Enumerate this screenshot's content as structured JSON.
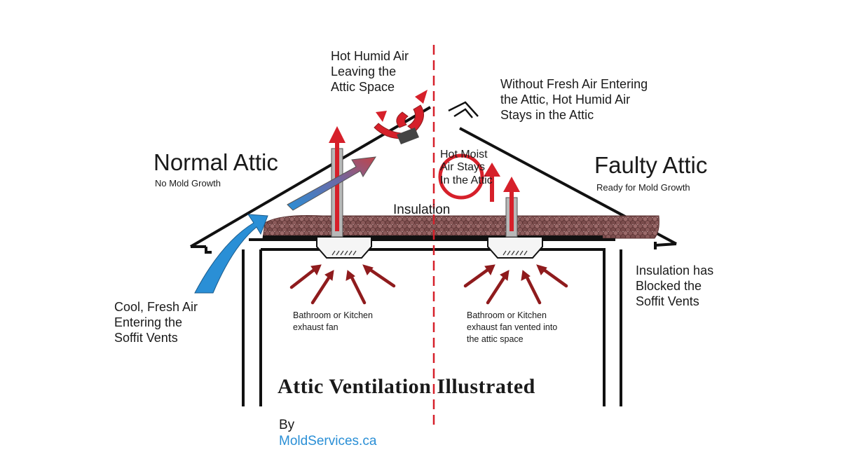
{
  "colors": {
    "red": "#d6202a",
    "dark_red": "#8f1b1d",
    "blue": "#2a8fd6",
    "insulation": "#8a5a5a",
    "line": "#111111"
  },
  "labels": {
    "hot_humid_air": "Hot Humid Air\nLeaving the\nAttic Space",
    "without_fresh_air": "Without Fresh Air Entering\nthe Attic, Hot Humid Air\nStays in the Attic",
    "normal_attic": "Normal Attic",
    "no_mold_growth": "No Mold Growth",
    "faulty_attic": "Faulty Attic",
    "ready_for_mold": "Ready for Mold Growth",
    "hot_moist_air": "Hot Moist\nAir Stays\nIn the Attic",
    "insulation": "Insulation",
    "cool_fresh_air": "Cool, Fresh Air\nEntering the\nSoffit Vents",
    "insulation_blocked": "Insulation has\nBlocked the\nSoffit Vents",
    "exhaust_fan_left": "Bathroom or Kitchen\nexhaust fan",
    "exhaust_fan_right": "Bathroom or Kitchen\nexhaust fan vented into\nthe attic space",
    "title": "Attic Ventilation Illustrated",
    "by": "By",
    "brand": "MoldServices.ca"
  },
  "icons": [
    "roof-vent-fan-icon",
    "roof-vent-cap-icon",
    "exhaust-fan-icon",
    "airflow-arrow-icon",
    "circular-airflow-icon"
  ]
}
